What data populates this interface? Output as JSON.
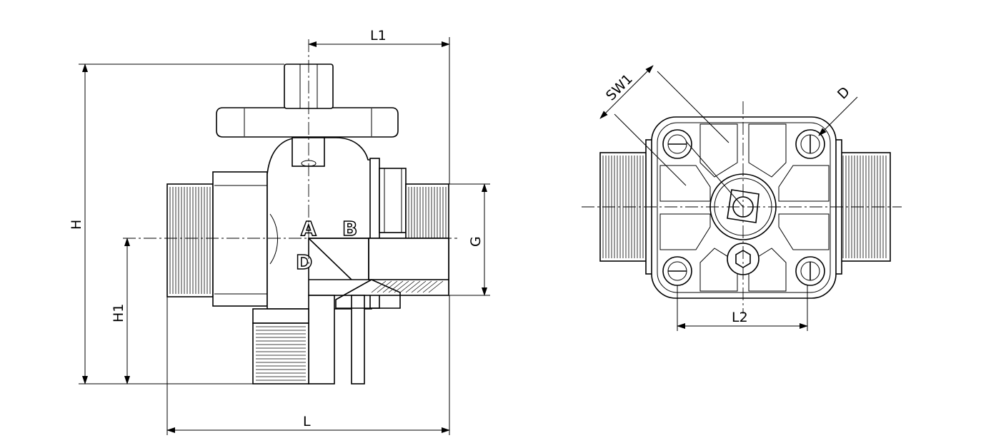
{
  "dimensions": {
    "l1": "L1",
    "h": "H",
    "h1": "H1",
    "g": "G",
    "l": "L",
    "sw1": "SW1",
    "d": "D",
    "l2": "L2"
  },
  "ports": {
    "a": "A",
    "b": "B",
    "d": "D"
  },
  "colors": {
    "line": "#000000",
    "background": "#ffffff"
  }
}
